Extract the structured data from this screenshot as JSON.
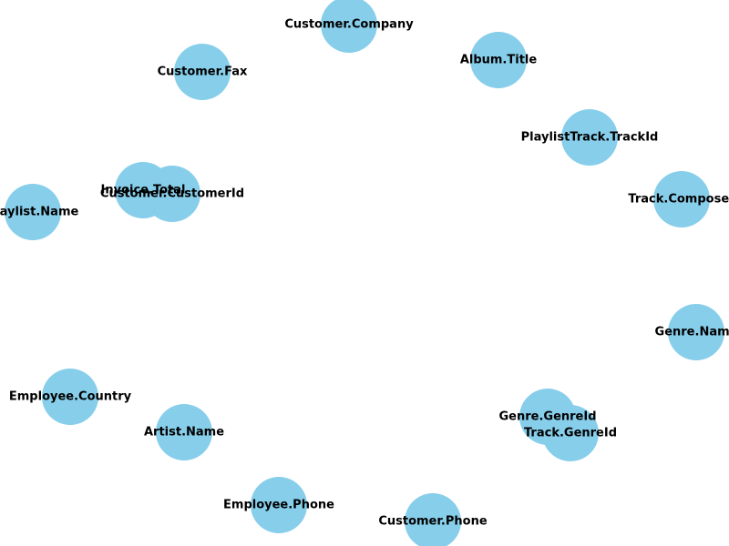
{
  "style": {
    "node_color": "#87ceeb",
    "label_color": "#000000",
    "background": "#ffffff"
  },
  "nodes": [
    {
      "id": "customer-company",
      "label": "Customer.Company"
    },
    {
      "id": "album-title",
      "label": "Album.Title"
    },
    {
      "id": "customer-fax",
      "label": "Customer.Fax"
    },
    {
      "id": "playlisttrack-trackid",
      "label": "PlaylistTrack.TrackId"
    },
    {
      "id": "invoice-total",
      "label": "Invoice.Total"
    },
    {
      "id": "customer-customerid",
      "label": "Customer.CustomerId"
    },
    {
      "id": "track-composer",
      "label": "Track.Composer"
    },
    {
      "id": "playlist-name",
      "label": "Playlist.Name"
    },
    {
      "id": "genre-name",
      "label": "Genre.Name"
    },
    {
      "id": "employee-country",
      "label": "Employee.Country"
    },
    {
      "id": "genre-genreid",
      "label": "Genre.GenreId"
    },
    {
      "id": "artist-name",
      "label": "Artist.Name"
    },
    {
      "id": "track-genreid",
      "label": "Track.GenreId"
    },
    {
      "id": "employee-phone",
      "label": "Employee.Phone"
    },
    {
      "id": "customer-phone",
      "label": "Customer.Phone"
    }
  ]
}
